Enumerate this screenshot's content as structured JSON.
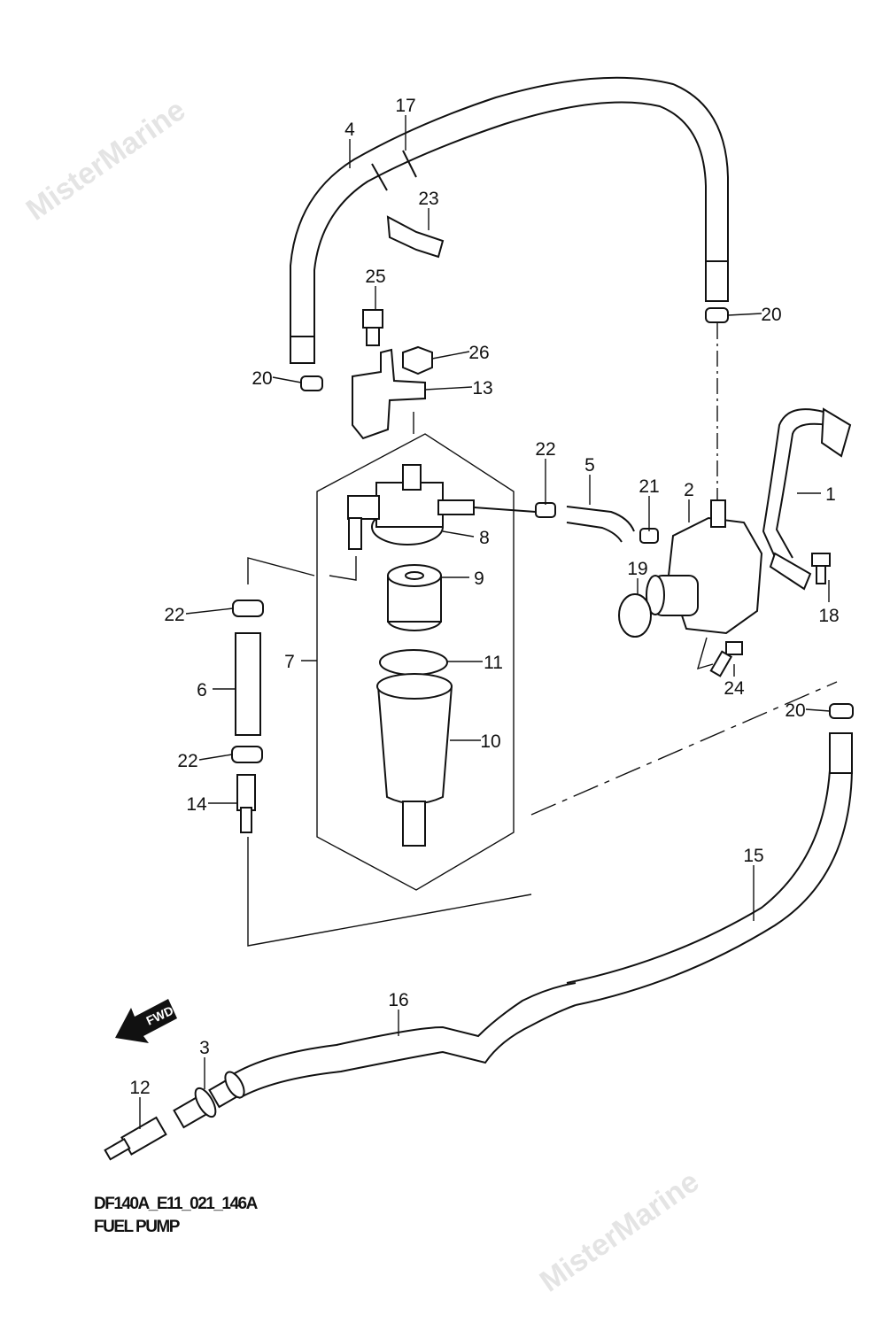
{
  "watermark": "MisterMarine",
  "diagram_code": "DF140A_E11_021_146A",
  "diagram_title": "FUEL PUMP",
  "fwd_label": "FWD",
  "callouts": [
    "17",
    "4",
    "23",
    "25",
    "20",
    "26",
    "20",
    "13",
    "22",
    "5",
    "21",
    "2",
    "1",
    "8",
    "9",
    "19",
    "18",
    "22",
    "7",
    "11",
    "6",
    "24",
    "20",
    "10",
    "22",
    "14",
    "15",
    "16",
    "3",
    "12"
  ]
}
